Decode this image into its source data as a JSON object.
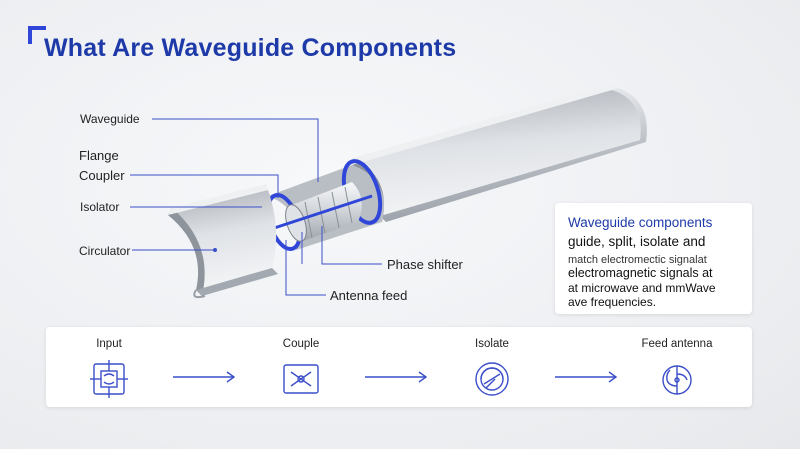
{
  "title": "What Are Waveguide Components",
  "diagram": {
    "labels": {
      "waveguide": "Waveguide",
      "flange": "Flange",
      "coupler": "Coupler",
      "isolator": "Isolator",
      "circulator": "Circulator",
      "phase_shifter": "Phase shifter",
      "antenna_feed": "Antenna feed"
    }
  },
  "info_card": {
    "title": "Waveguide components",
    "line1": "guide, split, isolate and",
    "line2": "match electromectic signalat",
    "line3": "electromagnetic  signals at",
    "line4": "at microwave and mmWave",
    "line5": "ave frequencies."
  },
  "flow": {
    "steps": [
      {
        "label": "Input",
        "icon": "waveguide-input-icon"
      },
      {
        "label": "Couple",
        "icon": "coupler-icon"
      },
      {
        "label": "Isolate",
        "icon": "isolator-icon"
      },
      {
        "label": "Feed antenna",
        "icon": "antenna-feed-icon"
      }
    ]
  },
  "colors": {
    "accent": "#2f46d9",
    "title": "#1d3aa8",
    "metal": "#c4c8ce"
  }
}
